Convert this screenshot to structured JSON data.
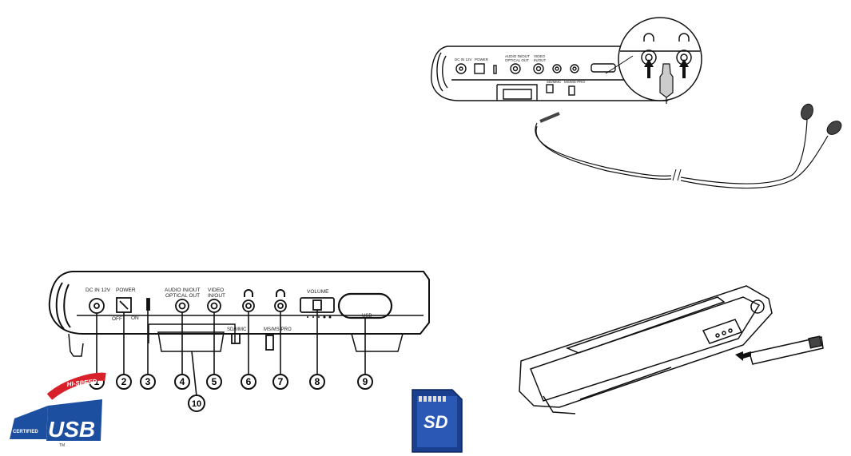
{
  "top_panel": {
    "labels": [
      "DC IN 12V",
      "POWER",
      "AUDIO IN/OUT",
      "OPTICAL OUT",
      "VIDEO",
      "IN/OUT",
      "SD/MMC",
      "MS/MS-PRO"
    ]
  },
  "side_panel": {
    "labels": {
      "dc": "DC IN 12V",
      "power": "POWER",
      "off": "OFF",
      "on": "ON",
      "audio1": "AUDIO IN/OUT",
      "audio2": "OPTICAL OUT",
      "video1": "VIDEO",
      "video2": "IN/OUT",
      "sdmmc": "SD/MMC",
      "msmspro": "MS/MS-PRO",
      "volume": "VOLUME",
      "usb": "USB"
    },
    "callouts": [
      "1",
      "2",
      "3",
      "4",
      "5",
      "6",
      "7",
      "8",
      "9",
      "10"
    ]
  },
  "usb_logo": {
    "top": "HI-SPEED",
    "side": "CERTIFIED",
    "main": "USB",
    "tm": "TM"
  },
  "sd_logo": {
    "text": "SD"
  },
  "colors": {
    "usb_red": "#d8202a",
    "usb_blue": "#1d4fa0",
    "sd_blue": "#1b3f8f"
  }
}
